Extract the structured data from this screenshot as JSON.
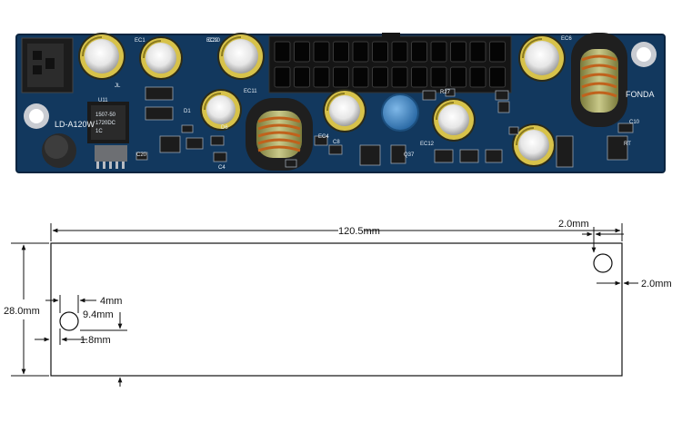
{
  "pcb": {
    "board_color": "#12385e",
    "silkscreen": {
      "model": "LD-A120W",
      "brand": "FONDA",
      "refs": [
        "EC1",
        "EC10",
        "EC11",
        "EC4",
        "EC12",
        "EC6",
        "U11",
        "JL",
        "C22",
        "C20",
        "D6",
        "C4",
        "D1",
        "R27",
        "C10",
        "C8",
        "Q37",
        "RT"
      ],
      "chip_lines": [
        "1507-50",
        "1720DC",
        "1C"
      ]
    }
  },
  "drawing": {
    "dimensions": {
      "total_width": "120.5mm",
      "height": "28.0mm",
      "right_hole_top": "2.0mm",
      "right_hole_side": "2.0mm",
      "left_hole_size": "4mm",
      "left_hole_vertical": "9.4mm",
      "left_hole_side": "1.8mm"
    }
  }
}
